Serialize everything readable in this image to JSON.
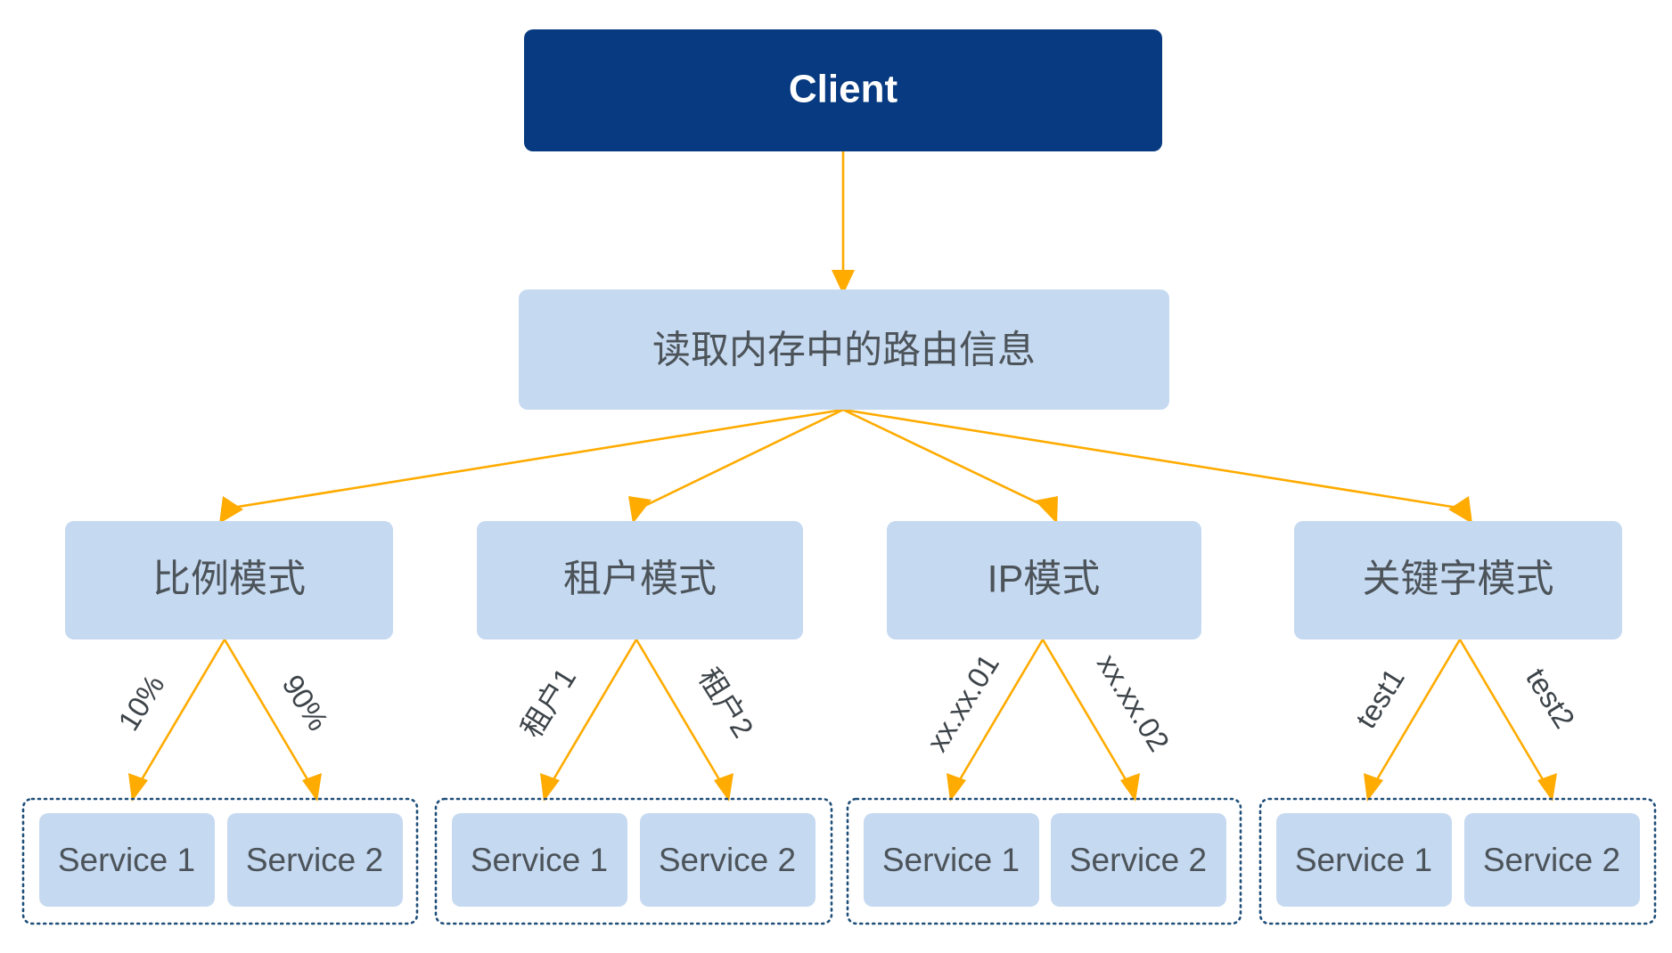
{
  "diagram": {
    "title_node": {
      "label": "Client"
    },
    "router_node": {
      "label": "读取内存中的路由信息"
    },
    "modes": [
      {
        "label": "比例模式",
        "edge_labels": [
          "10%",
          "90%"
        ],
        "services": [
          "Service 1",
          "Service 2"
        ]
      },
      {
        "label": "租户模式",
        "edge_labels": [
          "租户1",
          "租户2"
        ],
        "services": [
          "Service 1",
          "Service 2"
        ]
      },
      {
        "label": "IP模式",
        "edge_labels": [
          "xx.xx.01",
          "xx.xx.02"
        ],
        "services": [
          "Service 1",
          "Service 2"
        ]
      },
      {
        "label": "关键字模式",
        "edge_labels": [
          "test1",
          "test2"
        ],
        "services": [
          "Service 1",
          "Service 2"
        ]
      }
    ],
    "colors": {
      "client_fill": "#073a80",
      "client_text": "#ffffff",
      "node_fill": "#c5d9f1",
      "node_text": "#4c5359",
      "arrow": "#ffab00",
      "group_border": "#1f4e79",
      "background": "#ffffff"
    }
  }
}
